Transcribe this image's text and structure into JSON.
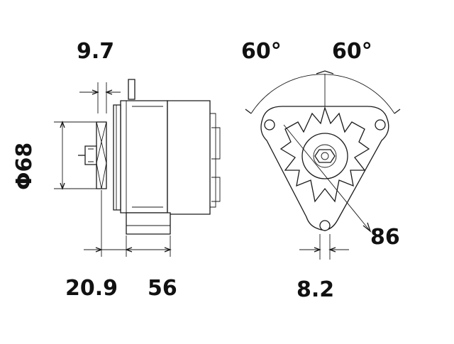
{
  "dimensions": {
    "top_left": "9.7",
    "side_vertical": "Φ68",
    "bottom_left_1": "20.9",
    "bottom_left_2": "56",
    "angle_left": "60°",
    "angle_right": "60°",
    "diagonal": "86",
    "bottom_right": "8.2"
  },
  "colors": {
    "line": "#1a1a1a",
    "background": "#ffffff"
  }
}
